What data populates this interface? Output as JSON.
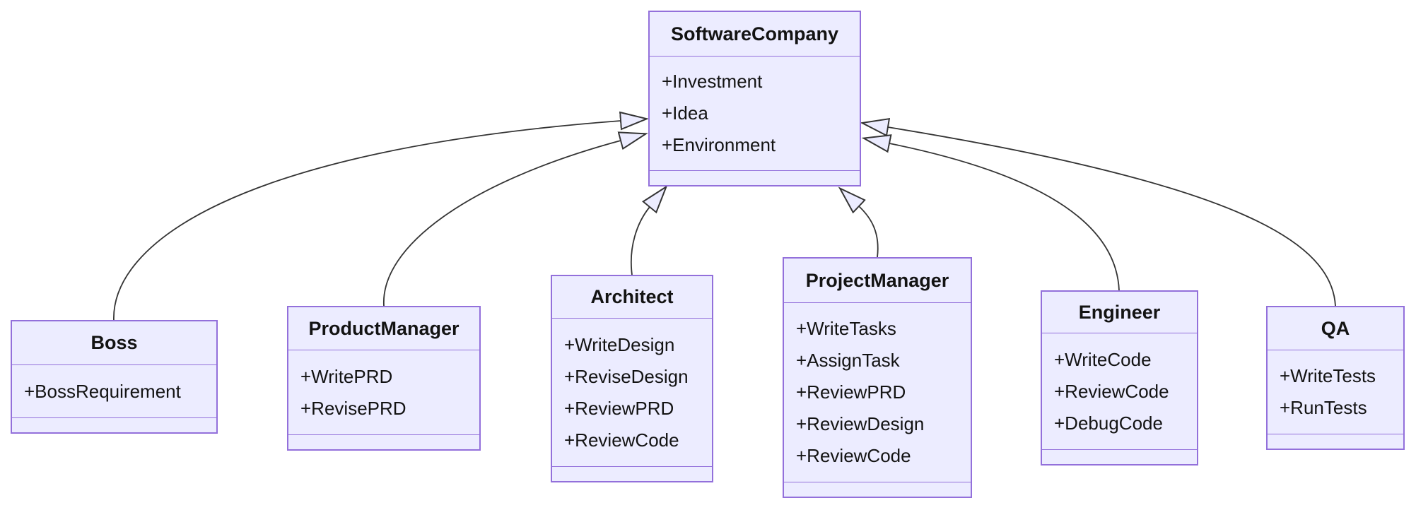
{
  "diagram": {
    "kind": "uml-class-diagram",
    "classes": [
      {
        "id": "softwarecompany",
        "name": "SoftwareCompany",
        "members": [
          "+Investment",
          "+Idea",
          "+Environment"
        ]
      },
      {
        "id": "boss",
        "name": "Boss",
        "members": [
          "+BossRequirement"
        ]
      },
      {
        "id": "productmanager",
        "name": "ProductManager",
        "members": [
          "+WritePRD",
          "+RevisePRD"
        ]
      },
      {
        "id": "architect",
        "name": "Architect",
        "members": [
          "+WriteDesign",
          "+ReviseDesign",
          "+ReviewPRD",
          "+ReviewCode"
        ]
      },
      {
        "id": "projectmanager",
        "name": "ProjectManager",
        "members": [
          "+WriteTasks",
          "+AssignTask",
          "+ReviewPRD",
          "+ReviewDesign",
          "+ReviewCode"
        ]
      },
      {
        "id": "engineer",
        "name": "Engineer",
        "members": [
          "+WriteCode",
          "+ReviewCode",
          "+DebugCode"
        ]
      },
      {
        "id": "qa",
        "name": "QA",
        "members": [
          "+WriteTests",
          "+RunTests"
        ]
      }
    ],
    "relations": [
      {
        "from": "Boss",
        "to": "SoftwareCompany",
        "type": "inheritance"
      },
      {
        "from": "ProductManager",
        "to": "SoftwareCompany",
        "type": "inheritance"
      },
      {
        "from": "Architect",
        "to": "SoftwareCompany",
        "type": "inheritance"
      },
      {
        "from": "ProjectManager",
        "to": "SoftwareCompany",
        "type": "inheritance"
      },
      {
        "from": "Engineer",
        "to": "SoftwareCompany",
        "type": "inheritance"
      },
      {
        "from": "QA",
        "to": "SoftwareCompany",
        "type": "inheritance"
      }
    ],
    "colors": {
      "node_fill": "#ECECFF",
      "node_border": "#9370DB",
      "edge_line": "#333333",
      "text": "#131313",
      "background": "#FFFFFF"
    }
  }
}
